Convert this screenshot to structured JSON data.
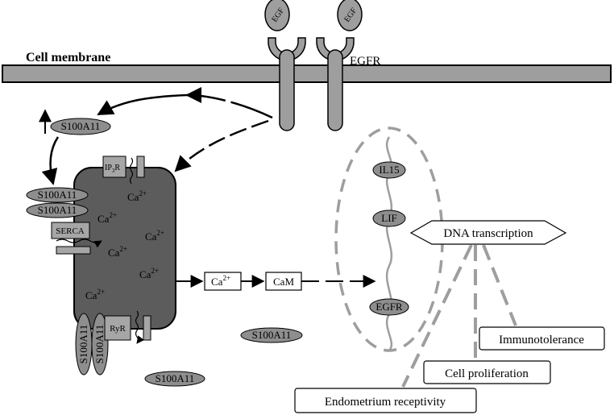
{
  "membrane": {
    "label": "Cell membrane"
  },
  "receptor": {
    "ligand_left": "EGF",
    "ligand_right": "EGF",
    "label": "EGFR"
  },
  "s100": {
    "cyto": "S100A11",
    "er_a": "S100A11",
    "er_b": "S100A11",
    "vert_a": "S100A11",
    "vert_b": "S100A11",
    "mid": "S100A11",
    "low": "S100A11"
  },
  "er": {
    "ip3r": "IP",
    "ip3r_sub": "3",
    "ip3r_tail": "R",
    "serca": "SERCA",
    "ryr": "RyR",
    "ca": [
      "Ca",
      "Ca",
      "Ca",
      "Ca",
      "Ca",
      "Ca"
    ],
    "ca_sup": "2+"
  },
  "pathway": {
    "ca_box": "Ca",
    "ca_box_sup": "2+",
    "cam_box": "CaM"
  },
  "genes": {
    "g1": "IL15",
    "g2": "LIF",
    "g3": "EGFR"
  },
  "dna": {
    "label": "DNA transcription"
  },
  "outcomes": {
    "immunotolerance": "Immunotolerance",
    "proliferation": "Cell proliferation",
    "receptivity": "Endometrium receptivity"
  }
}
